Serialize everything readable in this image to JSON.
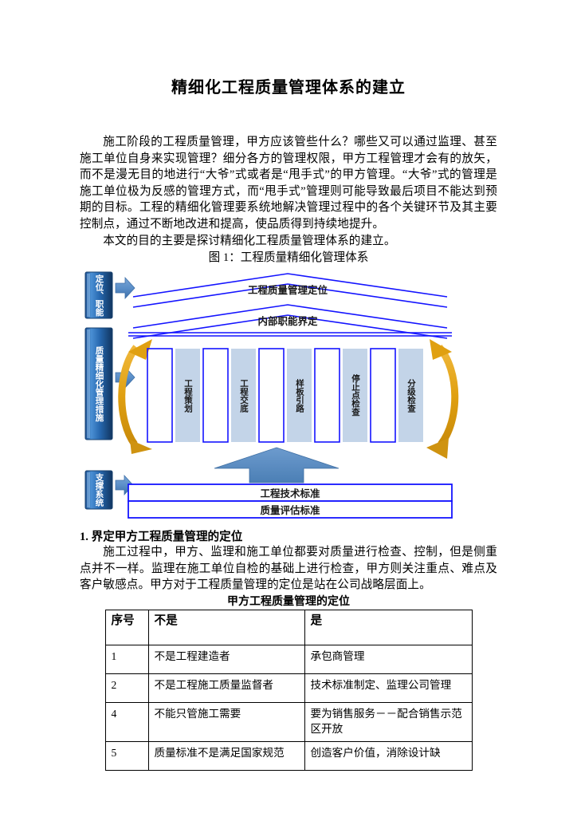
{
  "document": {
    "title": "精细化工程质量管理体系的建立",
    "paragraphs": [
      "施工阶段的工程质量管理，甲方应该管些什么？哪些又可以通过监理、甚至施工单位自身来实现管理？细分各方的管理权限，甲方工程管理才会有的放矢，而不是漫无目的地进行“大爷”式或者是“甩手式”的甲方管理。“大爷”式的管理是施工单位极为反感的管理方式，而“甩手式”管理则可能导致最后项目不能达到预期的目标。工程的精细化管理要系统地解决管理过程中的各个关键环节及其主要控制点，通过不断地改进和提高，使品质得到持续地提升。",
      "本文的目的主要是探讨精细化工程质量管理体系的建立。"
    ],
    "figure_caption": "图 1：工程质量精细化管理体系",
    "section_heading": "1. 界定甲方工程质量管理的定位",
    "section_paragraph": "施工过程中，甲方、监理和施工单位都要对质量进行检查、控制，但是侧重点并不一样。监理在施工单位自检的基础上进行检查，甲方则关注重点、难点及客户敏感点。甲方对于工程质量管理的定位是站在公司战略层面上。"
  },
  "diagram": {
    "side_tabs": [
      {
        "label": "定位、职能"
      },
      {
        "label": "质量精细化管理措施"
      },
      {
        "label": "支撑系统"
      }
    ],
    "banners": [
      {
        "label": "工程质量管理定位"
      },
      {
        "label": "内部职能界定"
      }
    ],
    "columns": [
      {
        "label": "工程策划",
        "filled": true
      },
      {
        "label": "",
        "filled": false
      },
      {
        "label": "工程交底",
        "filled": true
      },
      {
        "label": "",
        "filled": false
      },
      {
        "label": "样板引路",
        "filled": true
      },
      {
        "label": "",
        "filled": false
      },
      {
        "label": "停止点检查",
        "filled": true
      },
      {
        "label": "",
        "filled": false
      },
      {
        "label": "分级检查",
        "filled": true
      }
    ],
    "support_bars": [
      {
        "label": "工程技术标准"
      },
      {
        "label": "质量评估标准"
      }
    ],
    "colors": {
      "tab_fill_dark": "#1f5ca8",
      "tab_fill_light": "#4a8fd4",
      "arrow_blue": "#5b8fc9",
      "outline_blue": "#1414ff",
      "column_fill": "#c3d4e8",
      "cycle_orange": "#e8a317",
      "big_arrow_blue": "#5b8fc9"
    }
  },
  "table": {
    "title": "甲方工程质量管理的定位",
    "headers": [
      "序号",
      "不是",
      "是"
    ],
    "rows": [
      {
        "no": "1",
        "not": "不是工程建造者",
        "is": "承包商管理"
      },
      {
        "no": "2",
        "not": "不是工程施工质量监督者",
        "is": "技术标准制定、监理公司管理"
      },
      {
        "no": "4",
        "not": "不能只管施工需要",
        "is": "要为销售服务－－配合销售示范区开放"
      },
      {
        "no": "5",
        "not": "质量标准不是满足国家规范",
        "is": "创造客户价值，消除设计缺"
      }
    ]
  }
}
